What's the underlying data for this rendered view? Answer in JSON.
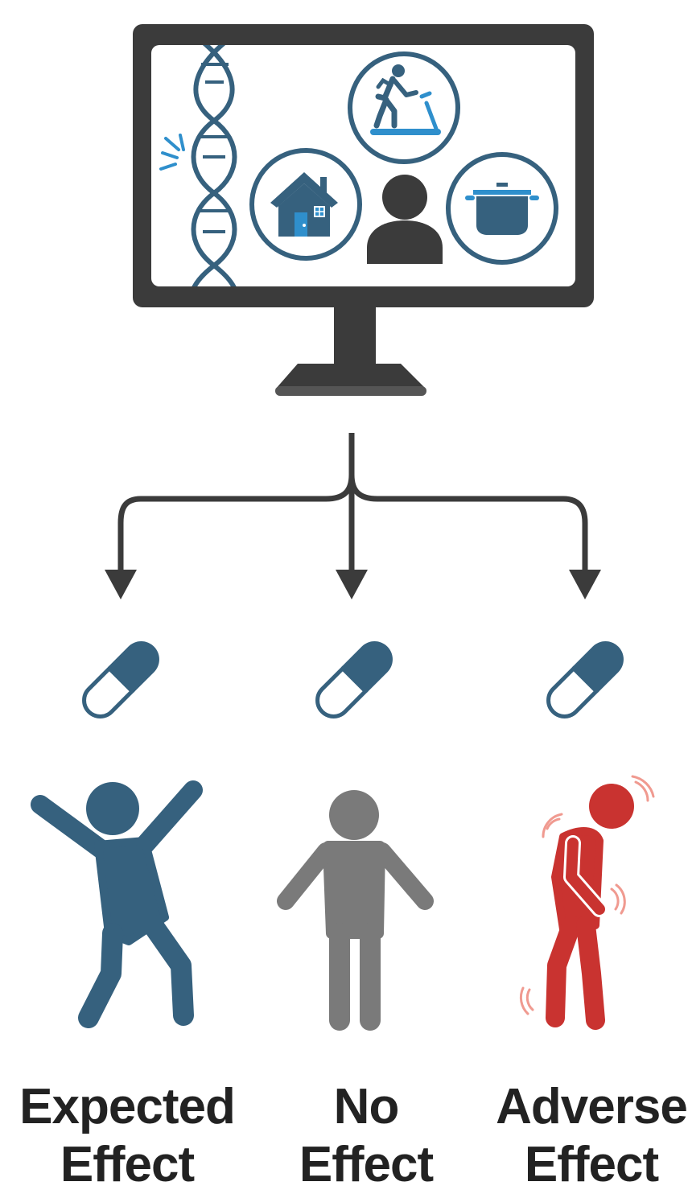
{
  "colors": {
    "blue": "#36617e",
    "light_blue": "#2f8fcc",
    "gray_figure": "#7a7a7a",
    "dark": "#3b3b3b",
    "red": "#c93330",
    "red_light": "#f09a90"
  },
  "icons": {
    "monitor": "monitor-icon",
    "dna": "dna-icon",
    "treadmill": "treadmill-runner-icon",
    "house": "house-icon",
    "person": "person-icon",
    "pot": "cooking-pot-icon",
    "pill": "pill-capsule-icon"
  },
  "outcomes": [
    {
      "line1": "Expected",
      "line2": "Effect"
    },
    {
      "line1": "No",
      "line2": "Effect"
    },
    {
      "line1": "Adverse",
      "line2": "Effect"
    }
  ]
}
